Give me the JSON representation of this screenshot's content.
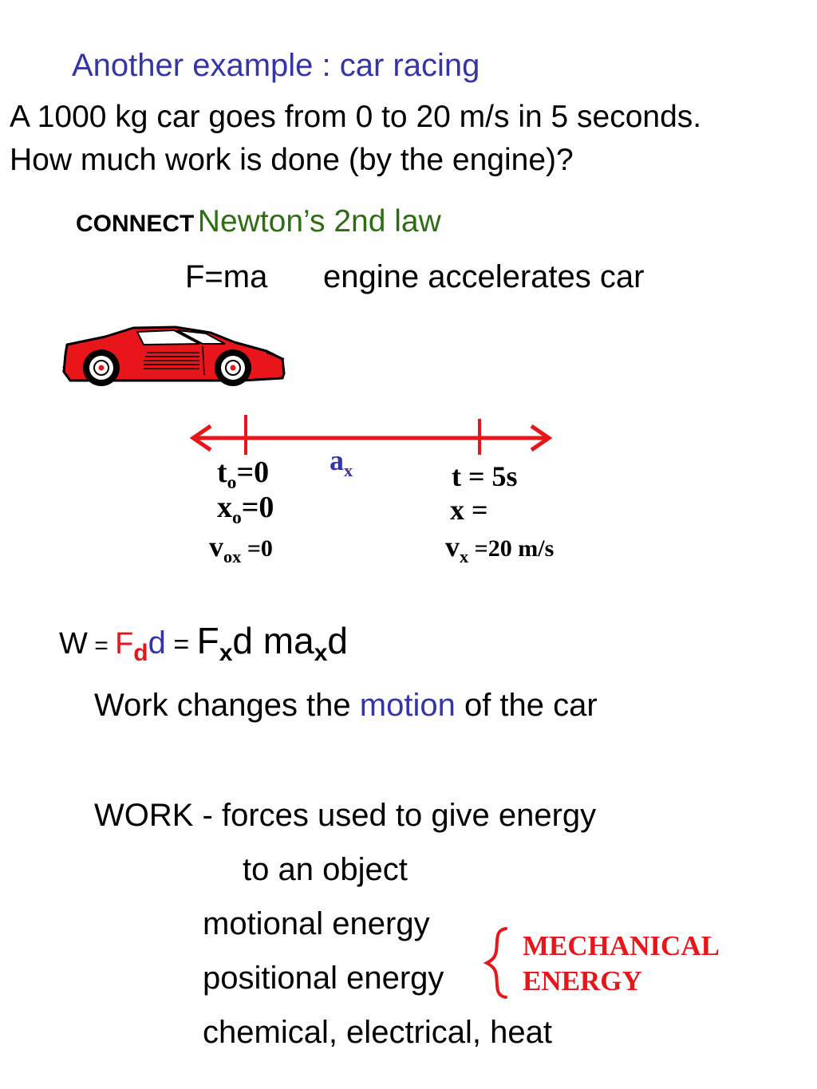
{
  "title": "Another example : car racing",
  "problem": {
    "line1": "A 1000 kg car goes from 0 to 20 m/s in 5 seconds.",
    "line2": "How much work is done (by the engine)?"
  },
  "connect": {
    "keyword": "CONNECT",
    "law": "Newton’s 2nd law",
    "formula": "F=ma",
    "explanation": "engine accelerates car"
  },
  "diagram": {
    "acceleration": {
      "symbol": "a",
      "subscript": "x"
    },
    "start": {
      "t": {
        "symbol": "t",
        "sub": "o",
        "rest": "=0"
      },
      "x": {
        "symbol": "x",
        "sub": "o",
        "rest": "=0"
      },
      "v": {
        "symbol": "v",
        "sub": "ox",
        "rest": " =0"
      }
    },
    "end": {
      "t": {
        "text": "t = 5s"
      },
      "x": {
        "text": "x ="
      },
      "v": {
        "symbol": "v",
        "sub": "x",
        "rest": " =20 m/s"
      }
    },
    "colors": {
      "arrow": "#e8161b",
      "car": "#e8161b"
    }
  },
  "work_equation": {
    "w": "W",
    "eq1": " = ",
    "fd_f": "F",
    "fd_sub": "d",
    "fd_d": "d",
    "eq2": " = ",
    "fx_f": "F",
    "fx_sub": "x",
    "fx_rest": "d ma",
    "ma_sub": "x",
    "ma_rest": "d"
  },
  "motion_line": {
    "before": "Work changes the ",
    "highlight": "motion",
    "after": " of the car"
  },
  "definition": {
    "line1": "WORK - forces used to give energy",
    "line2": "to an object"
  },
  "energy_types": [
    "motional energy",
    "positional energy",
    "chemical, electrical, heat"
  ],
  "brace_label": {
    "line1": "MECHANICAL",
    "line2": "ENERGY"
  },
  "colors": {
    "title": "#3535a8",
    "law": "#2e6e12",
    "accent_red": "#e8161b",
    "motion": "#3535a8"
  }
}
